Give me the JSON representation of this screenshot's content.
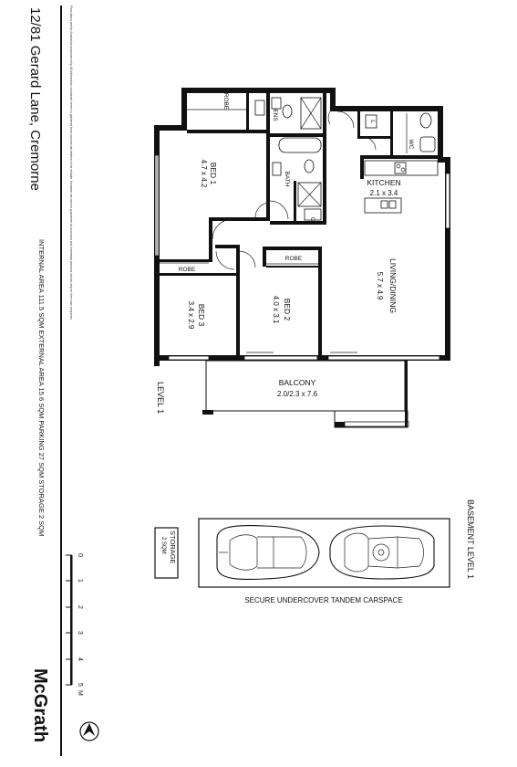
{
  "property": {
    "address": "12/81 Gerard Lane, Cremorne",
    "areas": "INTERNAL AREA 111.5 SQM    EXTERNAL AREA 15.6 SQM    PARKING 27 SQM    STORAGE 2 SQM",
    "disclaimer": "Floor plans are for illustrative purposes only. All information contained herein is gathered from sources we believe to be reliable. However we cannot guarantee its accuracy and interested persons should rely on their own enquiries."
  },
  "brand": {
    "name": "McGrath",
    "color": "#111111"
  },
  "scale": {
    "ticks": [
      "0",
      "1",
      "2",
      "3",
      "4",
      "5"
    ],
    "unit": "M"
  },
  "levels": {
    "main": "LEVEL 1",
    "basement": "BASEMENT LEVEL 1"
  },
  "rooms": {
    "bed1": {
      "name": "BED 1",
      "size": "4.7 x 4.2"
    },
    "bed2": {
      "name": "BED 2",
      "size": "4.0 x 3.1"
    },
    "bed3": {
      "name": "BED 3",
      "size": "3.4 x 2.9"
    },
    "kitchen": {
      "name": "KITCHEN",
      "size": "2.1 x 3.4"
    },
    "living": {
      "name": "LIVING/DINING",
      "size": "5.7 x 4.9"
    },
    "balcony": {
      "name": "BALCONY",
      "size": "2.0/2.3 x 7.6"
    },
    "bath": {
      "name": "BATH"
    },
    "robe1": "ROBE",
    "robe2": "ROBE",
    "robe3": "ROBE",
    "ens": "ENS",
    "wc": "WC",
    "lndry": "L",
    "linen": "C",
    "storage": {
      "name": "STORAGE",
      "size": "2 SQM"
    },
    "carspace": "SECURE UNDERCOVER TANDEM CARSPACE"
  }
}
